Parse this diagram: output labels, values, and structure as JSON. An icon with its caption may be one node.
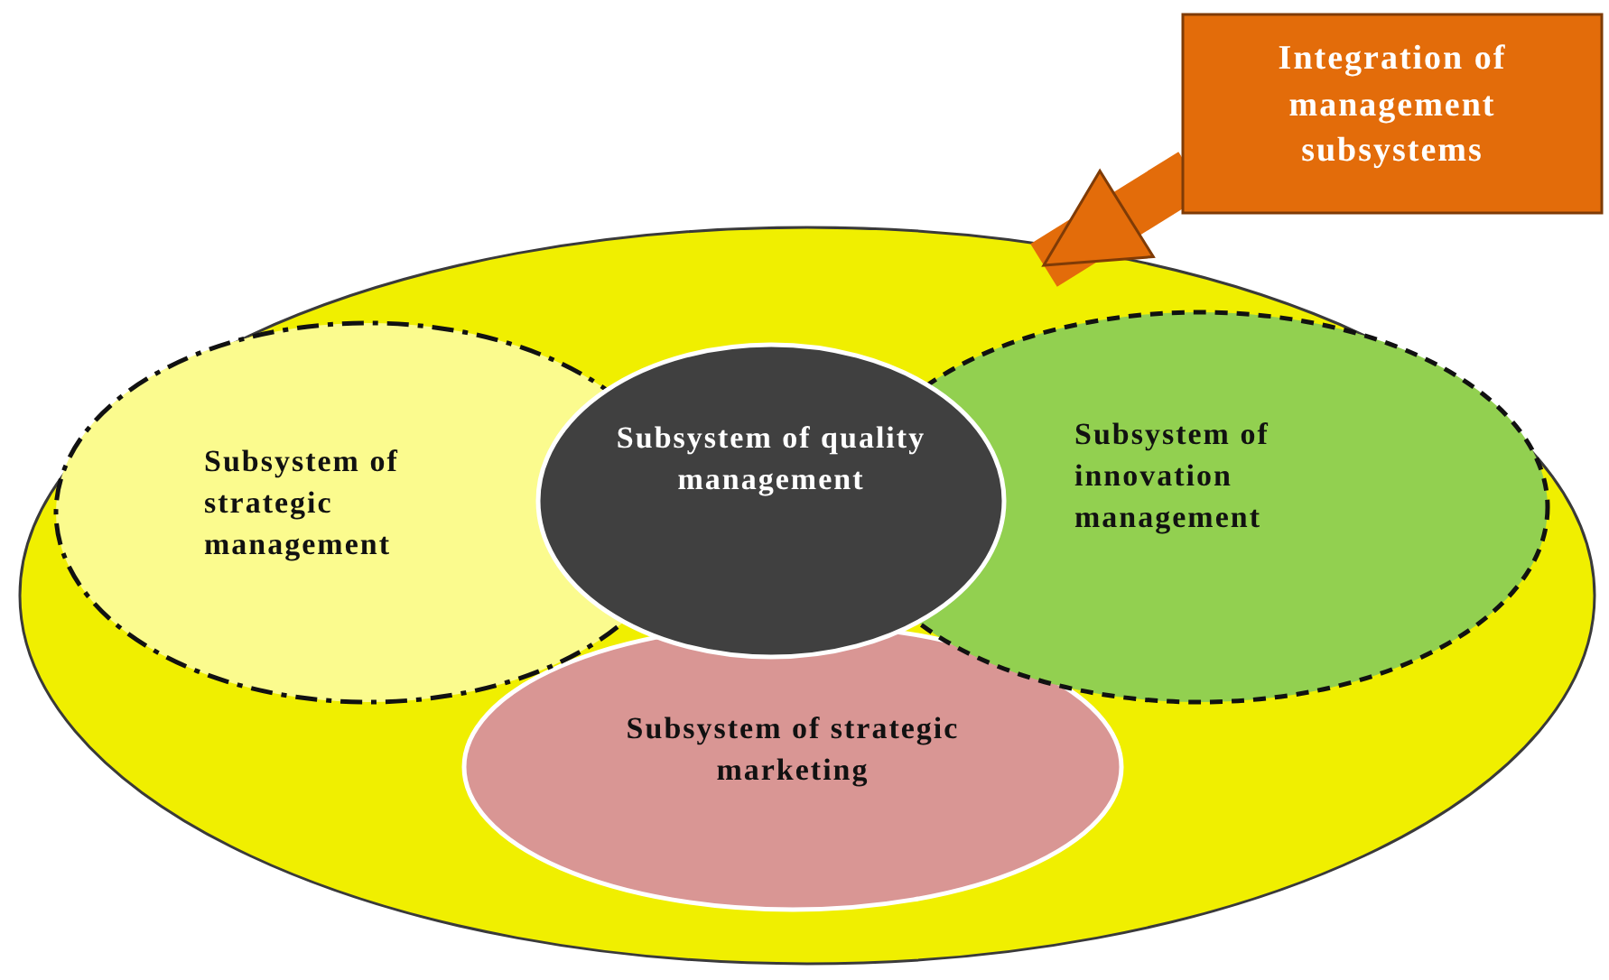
{
  "diagram": {
    "nodes": [
      {
        "text": [],
        "shape": "ellipse"
      },
      {
        "text": [
          "Subsystem of strategic management"
        ],
        "in": 0
      },
      {
        "text": [
          "Subsystem of innovation management"
        ],
        "in": 0
      },
      {
        "text": [
          "Subsystem of strategic marketing"
        ],
        "in": 0
      },
      {
        "text": [
          "Subsystem of quality management"
        ],
        "in": 0
      },
      {
        "text": [
          "Integration of management subsystems"
        ]
      }
    ],
    "edges": [
      {
        "from": 5,
        "to": 0,
        "arrow": "to"
      }
    ]
  }
}
